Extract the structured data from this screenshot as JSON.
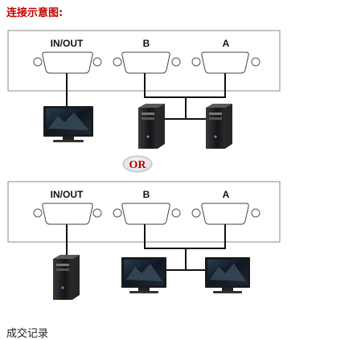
{
  "title": "连接示意图:",
  "footer": "成交记录",
  "separator": "OR",
  "panels": [
    {
      "ports": [
        {
          "label": "IN/OUT",
          "device": "monitor"
        },
        {
          "label": "B",
          "device": "computer"
        },
        {
          "label": "A",
          "device": "computer"
        }
      ]
    },
    {
      "ports": [
        {
          "label": "IN/OUT",
          "device": "computer"
        },
        {
          "label": "B",
          "device": "monitor"
        },
        {
          "label": "A",
          "device": "monitor"
        }
      ]
    }
  ],
  "colors": {
    "title": "#c00000",
    "separator": "#b00000",
    "line": "#111111",
    "panel_border": "#888888"
  }
}
